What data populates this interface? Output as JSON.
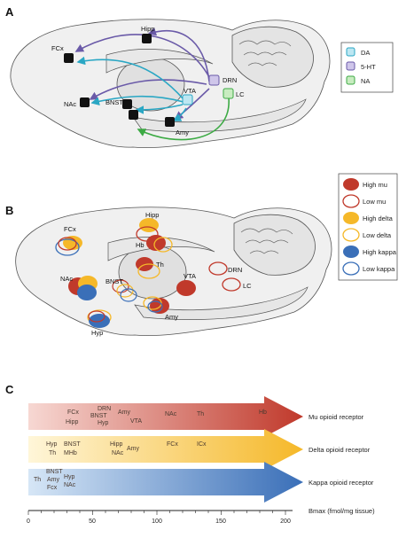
{
  "panels": {
    "a": "A",
    "b": "B",
    "c": "C"
  },
  "panel_a": {
    "nodes": {
      "hipp": "Hipp",
      "fcx": "FCx",
      "nac": "NAc",
      "bnst": "BNST",
      "amy": "Amy",
      "vta": "VTA",
      "drn": "DRN",
      "lc": "LC"
    },
    "legend": {
      "da": "DA",
      "ht": "5-HT",
      "na": "NA"
    },
    "colors": {
      "da": "#2aa7c4",
      "ht": "#6a5aa8",
      "na": "#3caa44"
    }
  },
  "panel_b": {
    "labels": {
      "hipp": "Hipp",
      "fcx": "FCx",
      "hb": "Hb",
      "th": "Th",
      "nac": "NAc",
      "bnst": "BNST",
      "vta": "VTA",
      "drn": "DRN",
      "lc": "LC",
      "amy": "Amy",
      "hyp": "Hyp"
    },
    "legend": {
      "high_mu": "High mu",
      "low_mu": "Low mu",
      "high_delta": "High delta",
      "low_delta": "Low delta",
      "high_kappa": "High kappa",
      "low_kappa": "Low kappa"
    },
    "colors": {
      "mu": "#c0392b",
      "delta": "#f5b829",
      "kappa": "#3a6fb8"
    }
  },
  "panel_c": {
    "receptors": {
      "mu": "Mu opioid receptor",
      "delta": "Delta opioid receptor",
      "kappa": "Kappa opioid receptor"
    },
    "mu_labels": {
      "fcx": "FCx",
      "hipp": "Hipp",
      "drn": "DRN",
      "bnst": "BNST",
      "hyp": "Hyp",
      "amy": "Amy",
      "vta": "VTA",
      "nac": "NAc",
      "th": "Th",
      "hb": "Hb"
    },
    "delta_labels": {
      "hyp": "Hyp",
      "th": "Th",
      "bnst": "BNST",
      "mhb": "MHb",
      "hipp": "Hipp",
      "nac": "NAc",
      "amy": "Amy",
      "fcx": "FCx",
      "icx": "ICx"
    },
    "kappa_labels": {
      "th": "Th",
      "bnst": "BNST",
      "amy": "Amy",
      "fcx": "Fcx",
      "hyp": "Hyp",
      "nac": "NAc"
    },
    "axis": {
      "label": "Bmax (fmol/mg tissue)",
      "ticks": [
        "0",
        "50",
        "100",
        "150",
        "200"
      ],
      "range": [
        0,
        200
      ]
    }
  }
}
